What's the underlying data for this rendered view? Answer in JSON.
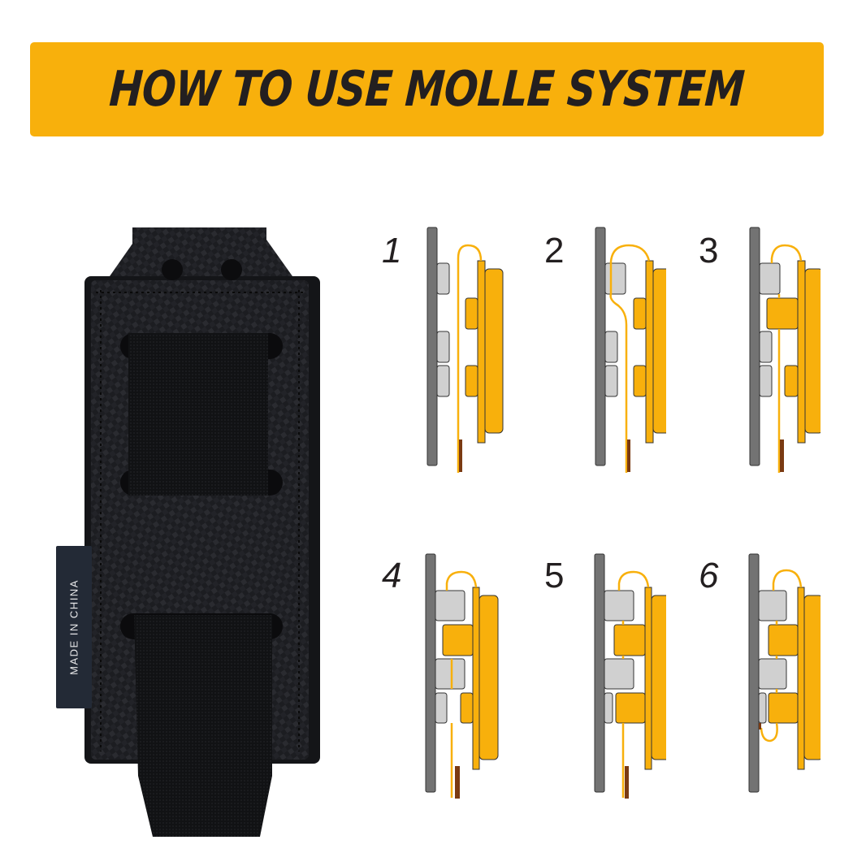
{
  "banner": {
    "title": "HOW TO USE MOLLE SYSTEM",
    "background_color": "#f8b00c",
    "text_color": "#231f20"
  },
  "product": {
    "description": "black carbon-fiber pattern MOLLE pouch with two nylon webbing straps",
    "tag_text": "MADE IN CHINA"
  },
  "steps": [
    {
      "number": "1"
    },
    {
      "number": "2"
    },
    {
      "number": "3"
    },
    {
      "number": "4"
    },
    {
      "number": "5"
    },
    {
      "number": "6"
    }
  ],
  "colors": {
    "panel": "#737373",
    "webbing_loop": "#d0d0d0",
    "pouch": "#f8b00c",
    "strap": "#f8b00c",
    "strap_tip": "#7a3a12",
    "outline": "#333333"
  }
}
